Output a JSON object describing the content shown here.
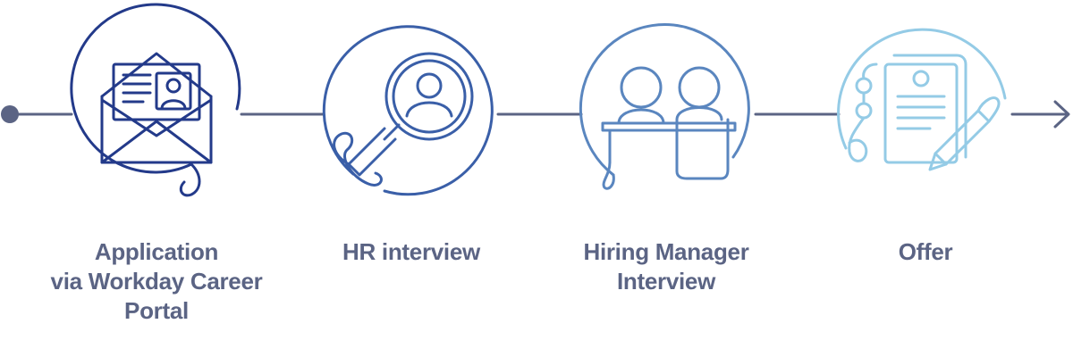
{
  "colors": {
    "timeline": "#5b6484",
    "step_1": "#233a8a",
    "step_2": "#3a5fa8",
    "step_3": "#5a86bf",
    "step_4": "#94cbe6",
    "label_text": "#5b6484"
  },
  "steps": [
    {
      "label": "Application\nvia Workday Career\nPortal",
      "icon": "envelope-with-id-card-icon"
    },
    {
      "label": "HR interview",
      "icon": "magnifier-person-icon"
    },
    {
      "label": "Hiring Manager\nInterview",
      "icon": "two-people-at-table-icon"
    },
    {
      "label": "Offer",
      "icon": "contract-with-pen-icon"
    }
  ]
}
